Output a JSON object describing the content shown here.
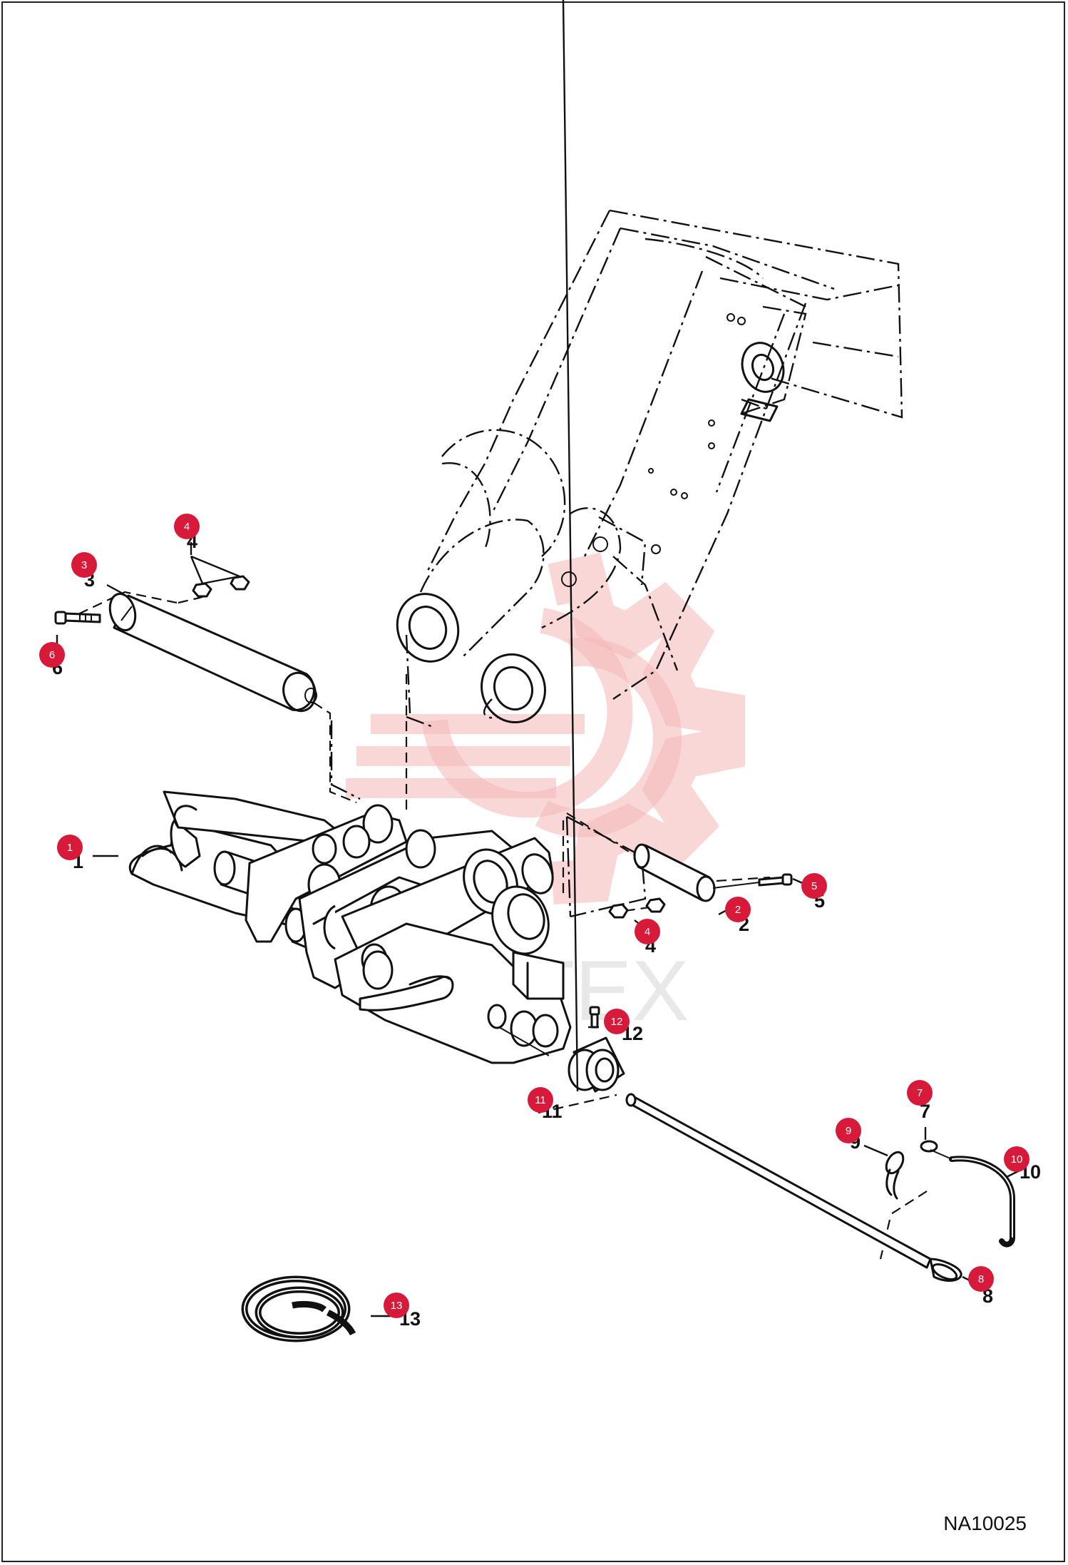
{
  "drawing_id": "NA10025",
  "colors": {
    "callout": "#d71a3a",
    "watermark": "#f4b7b7",
    "line": "#111111"
  },
  "callouts": [
    {
      "id": "1",
      "label": "1",
      "part": "1"
    },
    {
      "id": "2",
      "label": "2",
      "part": "2"
    },
    {
      "id": "3",
      "label": "3",
      "part": "3"
    },
    {
      "id": "4a",
      "label": "4",
      "part": "4"
    },
    {
      "id": "4b",
      "label": "4",
      "part": "4"
    },
    {
      "id": "5",
      "label": "5",
      "part": "5"
    },
    {
      "id": "6",
      "label": "6",
      "part": "6"
    },
    {
      "id": "7",
      "label": "7",
      "part": "7"
    },
    {
      "id": "8",
      "label": "8",
      "part": "8"
    },
    {
      "id": "9",
      "label": "9",
      "part": "9"
    },
    {
      "id": "10",
      "label": "10",
      "part": "10"
    },
    {
      "id": "11",
      "label": "11",
      "part": "11"
    },
    {
      "id": "12",
      "label": "12",
      "part": "12"
    },
    {
      "id": "13",
      "label": "13",
      "part": "13"
    }
  ],
  "watermark_text": "ИНТЕХ"
}
